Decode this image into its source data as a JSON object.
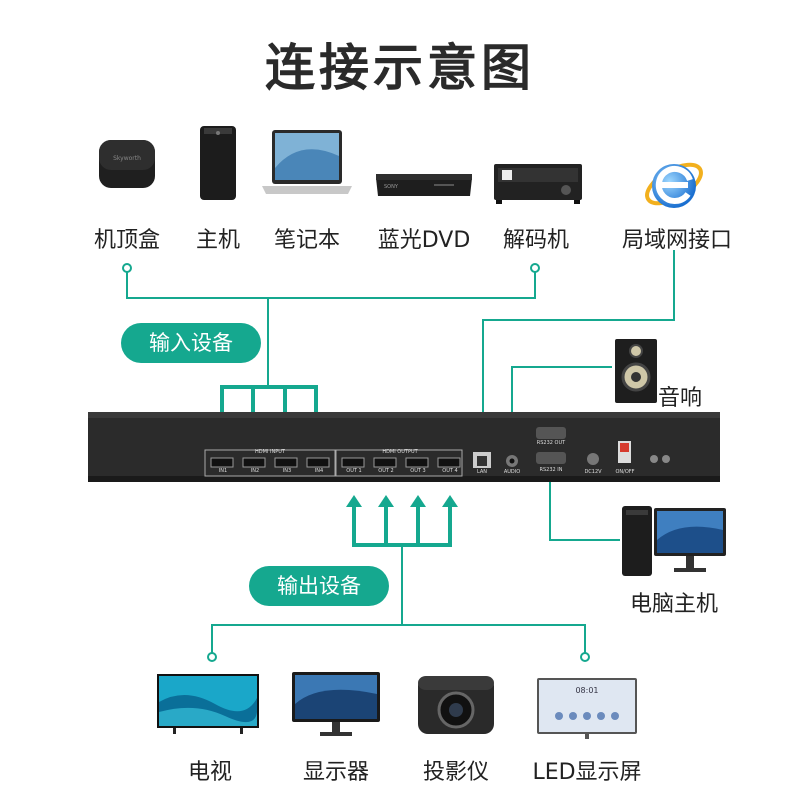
{
  "title": "连接示意图",
  "sources": [
    {
      "label": "机顶盒",
      "icon": "set-top-box-icon"
    },
    {
      "label": "主机",
      "icon": "desktop-tower-icon"
    },
    {
      "label": "笔记本",
      "icon": "laptop-icon"
    },
    {
      "label": "蓝光DVD",
      "icon": "bluray-player-icon"
    },
    {
      "label": "解码机",
      "icon": "decoder-icon"
    },
    {
      "label": "局域网接口",
      "icon": "internet-explorer-icon"
    }
  ],
  "input_group": "输入设备",
  "output_group": "输出设备",
  "speaker_label": "音响",
  "pc_label": "电脑主机",
  "device": {
    "hdmi_input": "HDMI INPUT",
    "hdmi_output": "HDMI OUTPUT",
    "inputs": [
      "IN1",
      "IN2",
      "IN3",
      "IN4"
    ],
    "outputs": [
      "OUT 1",
      "OUT 2",
      "OUT 3",
      "OUT 4"
    ],
    "lan": "LAN",
    "audio": "AUDIO",
    "rs232_out": "RS232 OUT",
    "rs232_in": "RS232 IN",
    "dc": "DC12V",
    "power": "ON/OFF"
  },
  "displays": [
    {
      "label": "电视",
      "icon": "tv-icon"
    },
    {
      "label": "显示器",
      "icon": "monitor-icon"
    },
    {
      "label": "投影仪",
      "icon": "projector-icon"
    },
    {
      "label": "LED显示屏",
      "icon": "led-screen-icon"
    }
  ],
  "led_time": "08:01",
  "colors": {
    "accent": "#15a88f",
    "device": "#2b2b2b"
  }
}
